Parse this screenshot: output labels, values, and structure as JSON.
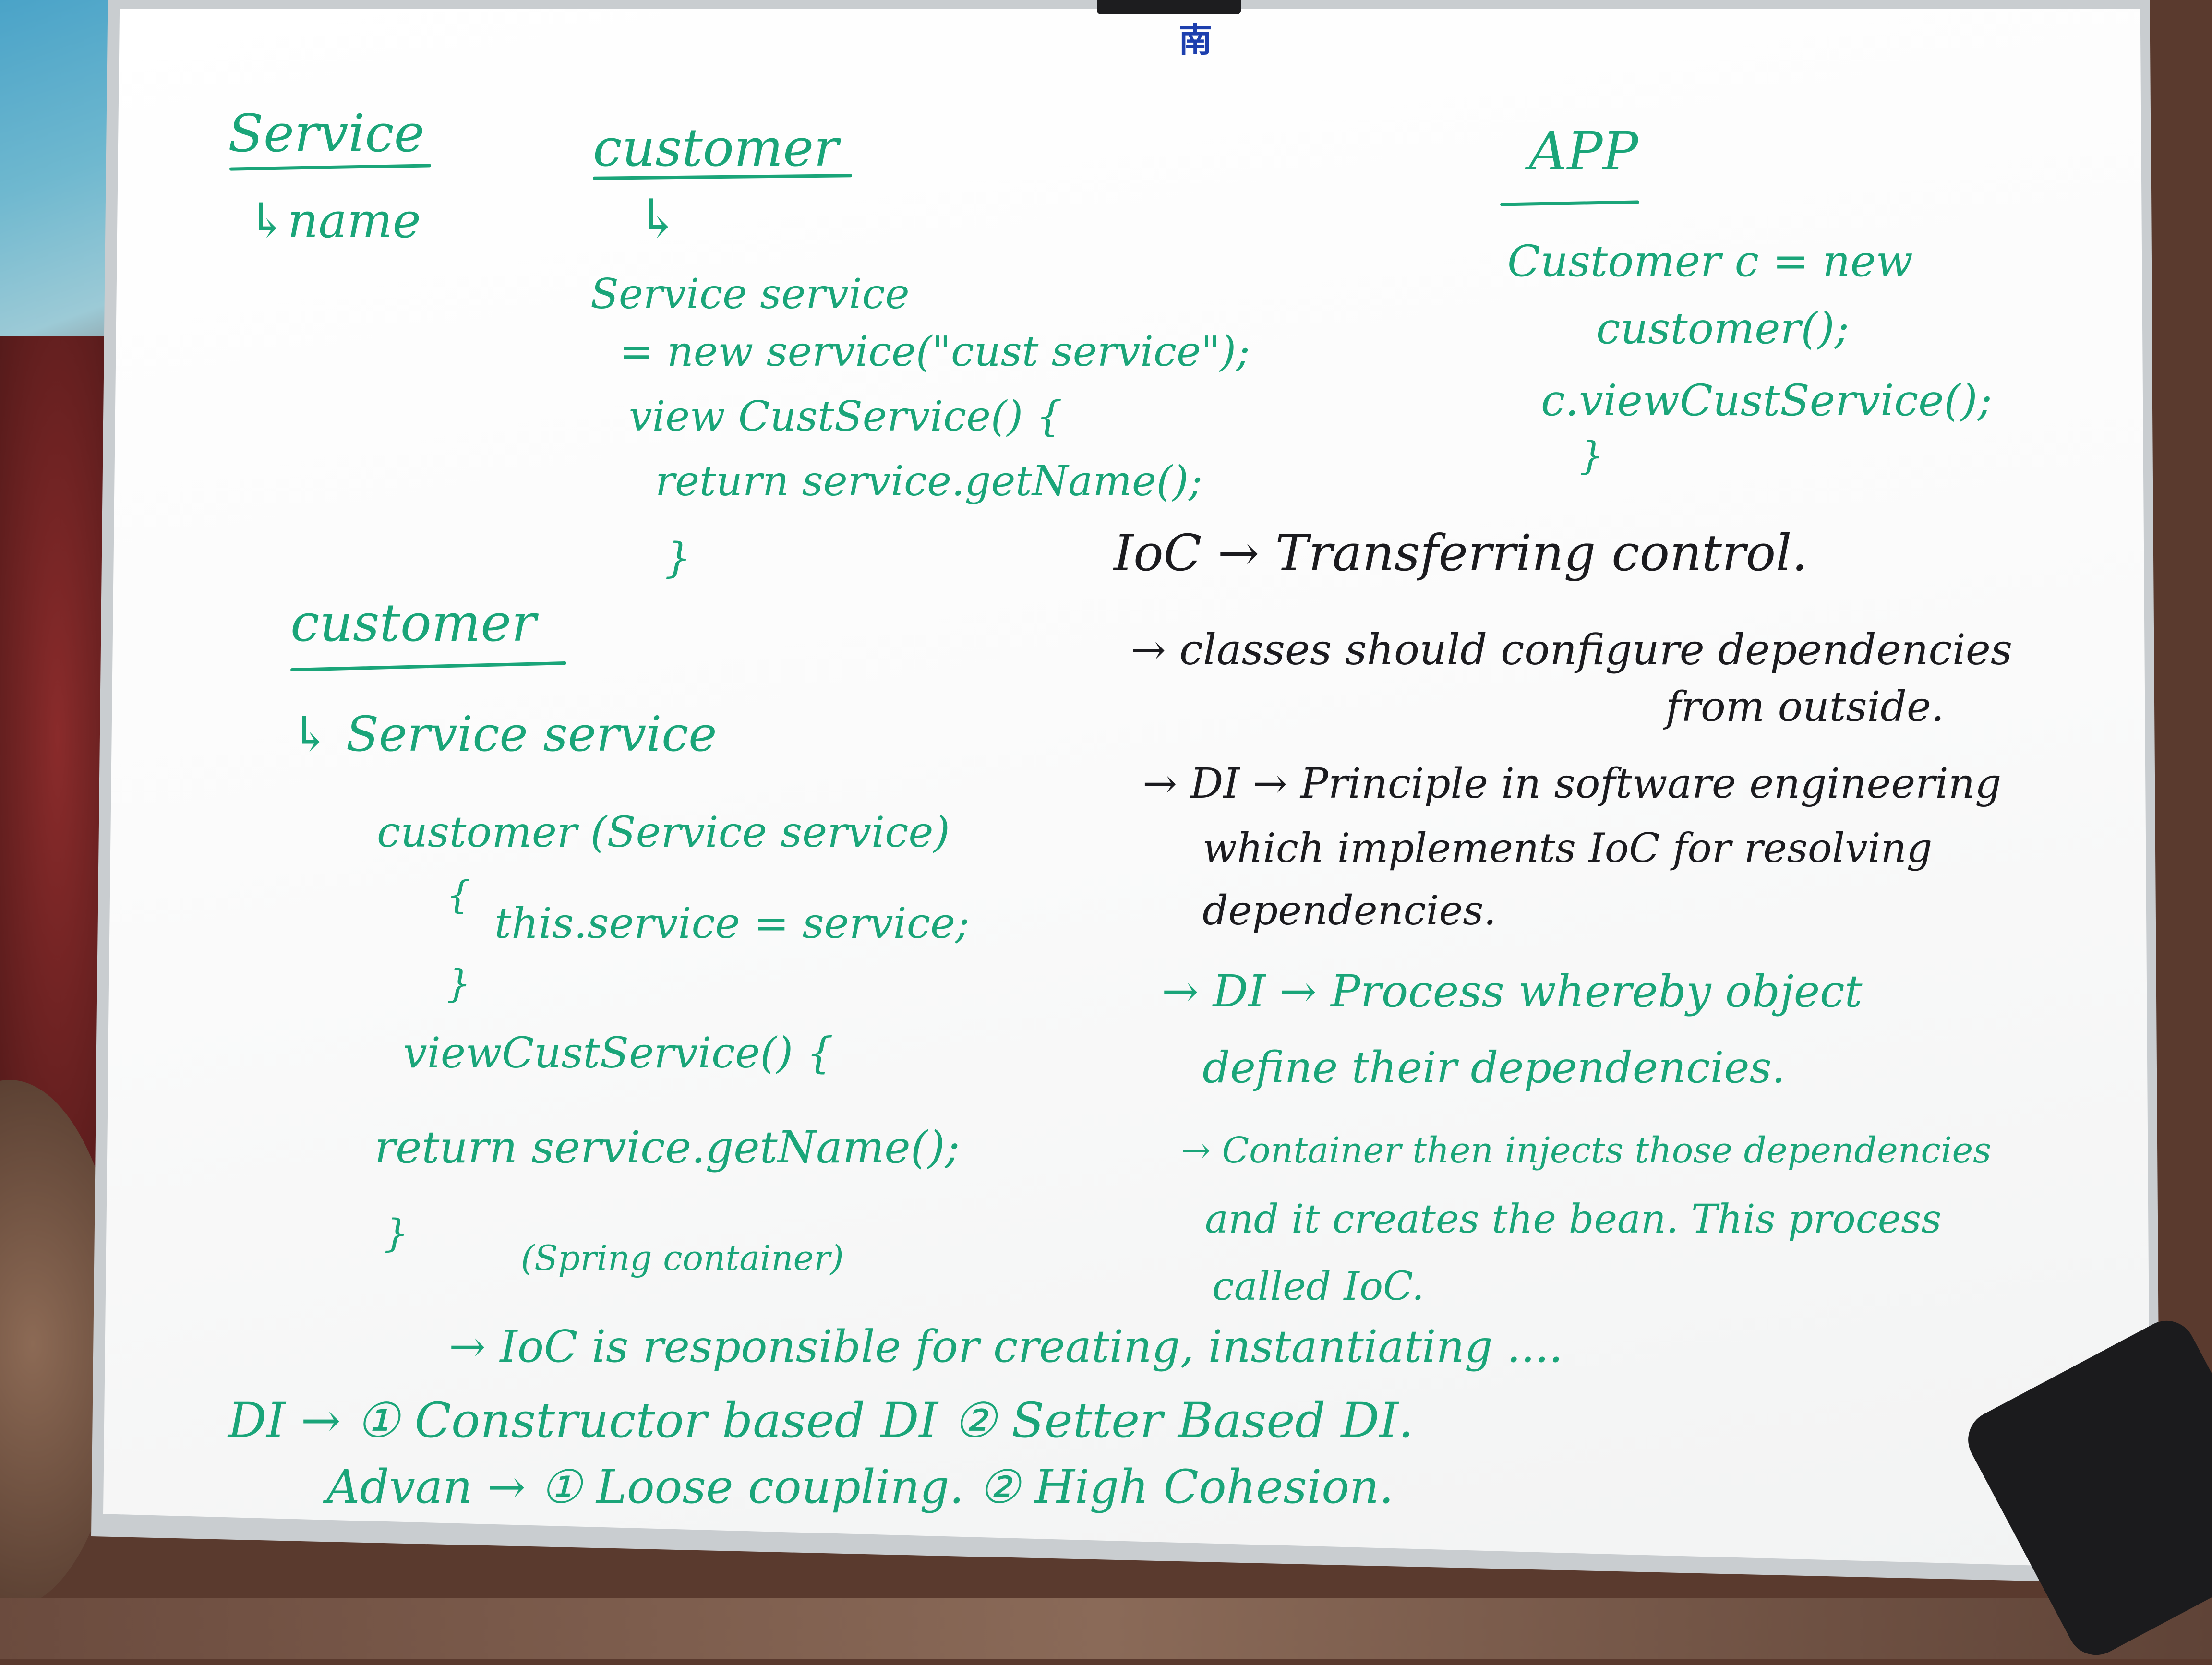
{
  "board": {
    "logo": "南",
    "left_column": {
      "service_heading": "Service",
      "service_field": "↳name",
      "customer1_heading": "customer",
      "customer1_arrow": "↳",
      "code1": [
        "Service service",
        "= new service(\"cust service\");",
        "view CustService() {",
        "return service.getName();",
        "}"
      ],
      "customer2_heading": "customer",
      "code2": [
        "↳ Service service",
        "customer (Service service)",
        "{",
        "this.service = service;",
        "}",
        "viewCustService() {",
        "return service.getName();",
        "}",
        "(Spring container)",
        "→ IoC is responsible for creating, instantiating ....",
        "DI → ① Constructor based DI    ② Setter Based DI.",
        "Advan → ① Loose coupling. ② High Cohesion."
      ]
    },
    "right_column": {
      "app_heading": "APP",
      "app_code": [
        "Customer c = new",
        "customer();",
        "c.viewCustService();",
        "}"
      ],
      "notes_black": [
        "IoC → Transferring control.",
        "→ classes should configure dependencies",
        "from outside.",
        "→ DI → Principle in software engineering",
        "which implements IoC for resolving",
        "dependencies."
      ],
      "notes_green": [
        "→ DI → Process whereby object",
        "define their dependencies.",
        "→ Container then injects those dependencies",
        "and it creates the bean. This process",
        "called IoC."
      ],
      "note_mixed_prefix": "→ DI → "
    }
  }
}
